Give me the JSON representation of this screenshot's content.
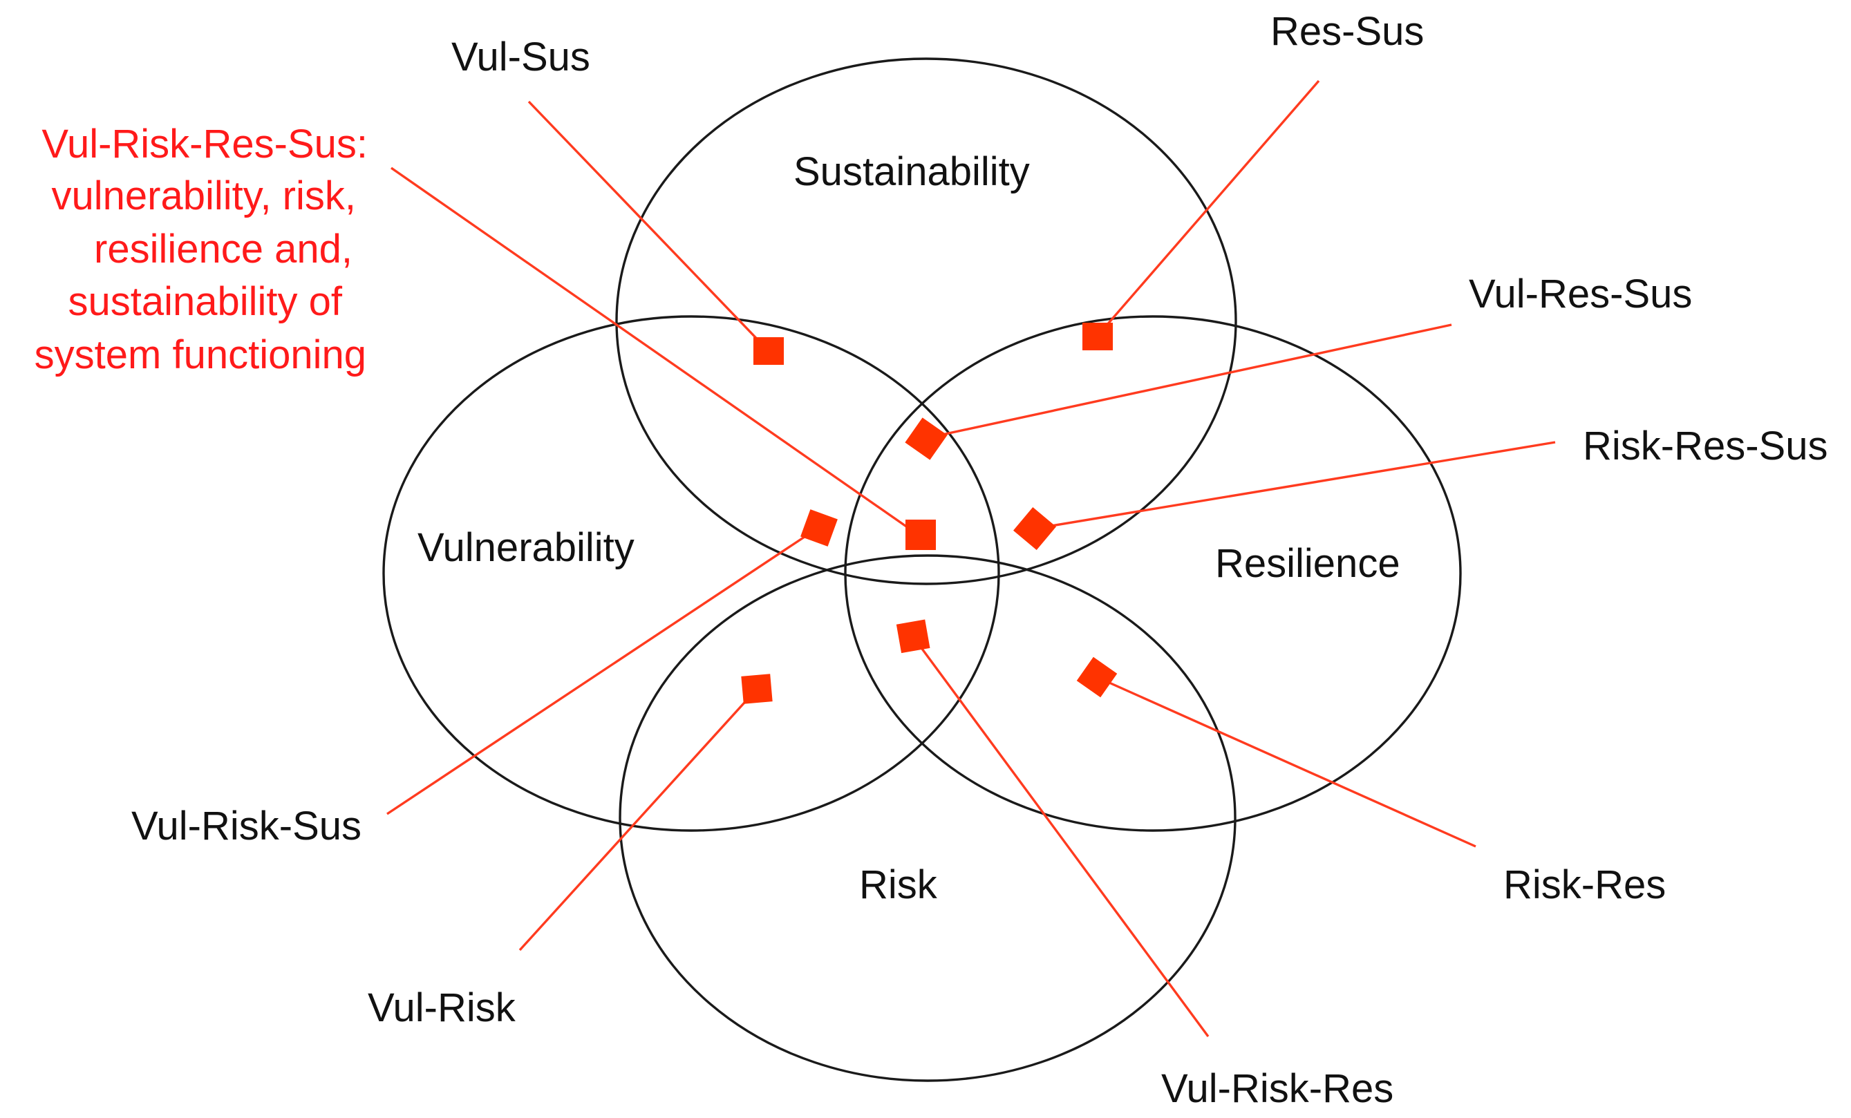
{
  "diagram": {
    "type": "venn",
    "sets": {
      "sustainability": "Sustainability",
      "vulnerability": "Vulnerability",
      "resilience": "Resilience",
      "risk": "Risk"
    },
    "regions": {
      "vul_sus": "Vul-Sus",
      "res_sus": "Res-Sus",
      "vul_res_sus": "Vul-Res-Sus",
      "risk_res_sus": "Risk-Res-Sus",
      "vul_risk_sus": "Vul-Risk-Sus",
      "risk_res": "Risk-Res",
      "vul_risk": "Vul-Risk",
      "vul_risk_res": "Vul-Risk-Res"
    },
    "note_lines": [
      "Vul-Risk-Res-Sus:",
      "vulnerability,  risk,",
      "resilience  and,",
      "sustainability of",
      "system functioning"
    ],
    "colors": {
      "outline": "#1a1a1a",
      "marker": "#ff3300",
      "leader": "#ff3b1f",
      "note_text": "#ff1a1a",
      "label_text": "#111111"
    }
  }
}
